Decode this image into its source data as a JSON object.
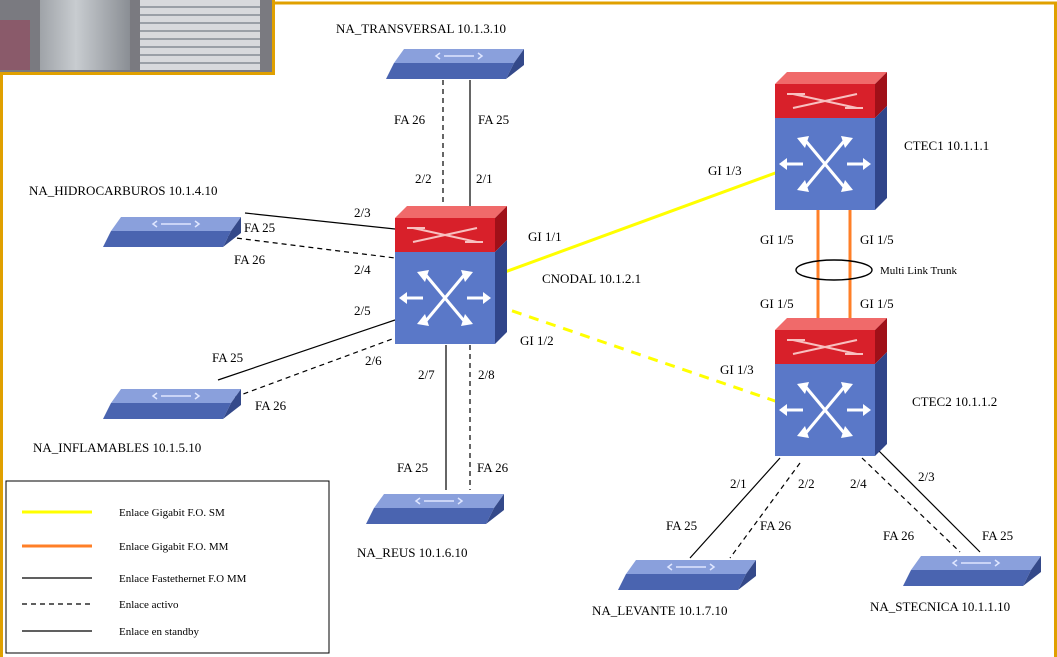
{
  "colors": {
    "frame": "#e0a000",
    "gigabit_sm": "#ffff00",
    "gigabit_mm": "#ff7f27",
    "fastethernet": "#000000",
    "switch_blue": "#5a78c8",
    "switch_red": "#d8202a"
  },
  "nodes": {
    "transversal": "NA_TRANSVERSAL 10.1.3.10",
    "hidrocarburos": "NA_HIDROCARBUROS 10.1.4.10",
    "inflamables": "NA_INFLAMABLES 10.1.5.10",
    "reus": "NA_REUS 10.1.6.10",
    "levante": "NA_LEVANTE 10.1.7.10",
    "stecnica": "NA_STECNICA 10.1.1.10",
    "cnodal": "CNODAL  10.1.2.1",
    "ctec1": "CTEC1  10.1.1.1",
    "ctec2": "CTEC2  10.1.1.2"
  },
  "ports": {
    "trans_fa26": "FA 26",
    "trans_fa25": "FA 25",
    "cn_22": "2/2",
    "cn_21": "2/1",
    "hid_fa25": "FA 25",
    "hid_fa26": "FA 26",
    "cn_23": "2/3",
    "cn_24": "2/4",
    "cn_25": "2/5",
    "cn_26": "2/6",
    "inf_fa25": "FA 25",
    "inf_fa26": "FA 26",
    "cn_27": "2/7",
    "cn_28": "2/8",
    "reus_fa25": "FA 25",
    "reus_fa26": "FA 26",
    "cn_gi11": "GI 1/1",
    "cn_gi12": "GI 1/2",
    "ctec1_gi13": "GI 1/3",
    "ctec1_gi15a": "GI 1/5",
    "ctec1_gi15b": "GI 1/5",
    "ctec2_gi15a": "GI 1/5",
    "ctec2_gi15b": "GI 1/5",
    "ctec2_gi13": "GI 1/3",
    "ctec2_21": "2/1",
    "ctec2_22": "2/2",
    "ctec2_24": "2/4",
    "ctec2_23": "2/3",
    "lev_fa25": "FA 25",
    "lev_fa26": "FA 26",
    "ste_fa26": "FA 26",
    "ste_fa25": "FA 25"
  },
  "trunk_label": "Multi Link Trunk",
  "legend": [
    {
      "label": "Enlace Gigabit F.O. SM",
      "style": "solid",
      "color": "#ffff00"
    },
    {
      "label": "Enlace Gigabit F.O. MM",
      "style": "solid",
      "color": "#ff7f27"
    },
    {
      "label": "Enlace Fastethernet F.O MM",
      "style": "solid",
      "color": "#000000"
    },
    {
      "label": "Enlace activo",
      "style": "dashed",
      "color": "#000000"
    },
    {
      "label": "Enlace en standby",
      "style": "solid",
      "color": "#000000"
    }
  ]
}
